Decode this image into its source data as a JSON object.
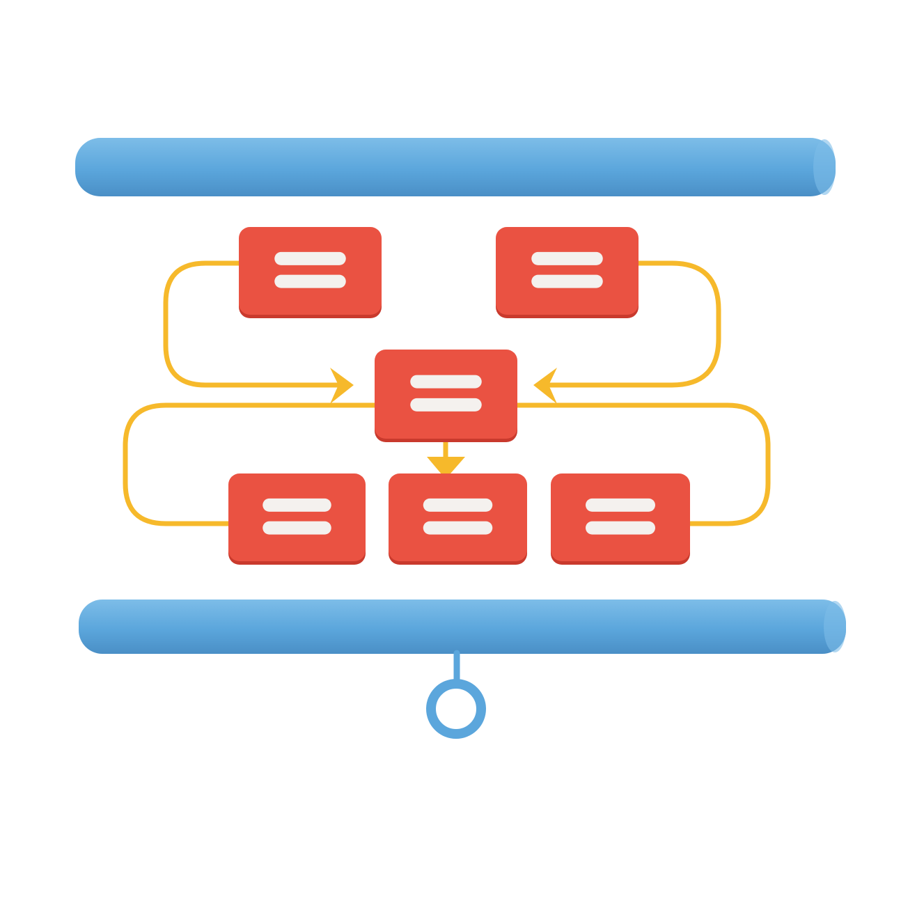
{
  "illustration": {
    "kind": "projection-screen-flowchart",
    "colors": {
      "rod": "#5ba6dc",
      "rod_light": "#7dbde8",
      "rod_dark": "#4a8fc6",
      "node": "#ea5242",
      "node_shadow": "#c93a2d",
      "node_line": "#f4f1ee",
      "connector": "#f6b92b",
      "background": "#ffffff"
    },
    "icons": {
      "node_glyph": "two-line-text-icon",
      "pull_handle": "ring-pull-icon"
    },
    "nodes": [
      {
        "id": "top-left"
      },
      {
        "id": "top-right"
      },
      {
        "id": "center"
      },
      {
        "id": "bottom-left"
      },
      {
        "id": "bottom-middle"
      },
      {
        "id": "bottom-right"
      }
    ],
    "edges": [
      {
        "from": "top-left",
        "to": "center",
        "arrow": true
      },
      {
        "from": "top-right",
        "to": "center",
        "arrow": true
      },
      {
        "from": "center",
        "to": "bottom-middle",
        "arrow": true
      },
      {
        "from": "center",
        "to": "bottom-left",
        "arrow": false
      },
      {
        "from": "center",
        "to": "bottom-right",
        "arrow": false
      }
    ]
  }
}
